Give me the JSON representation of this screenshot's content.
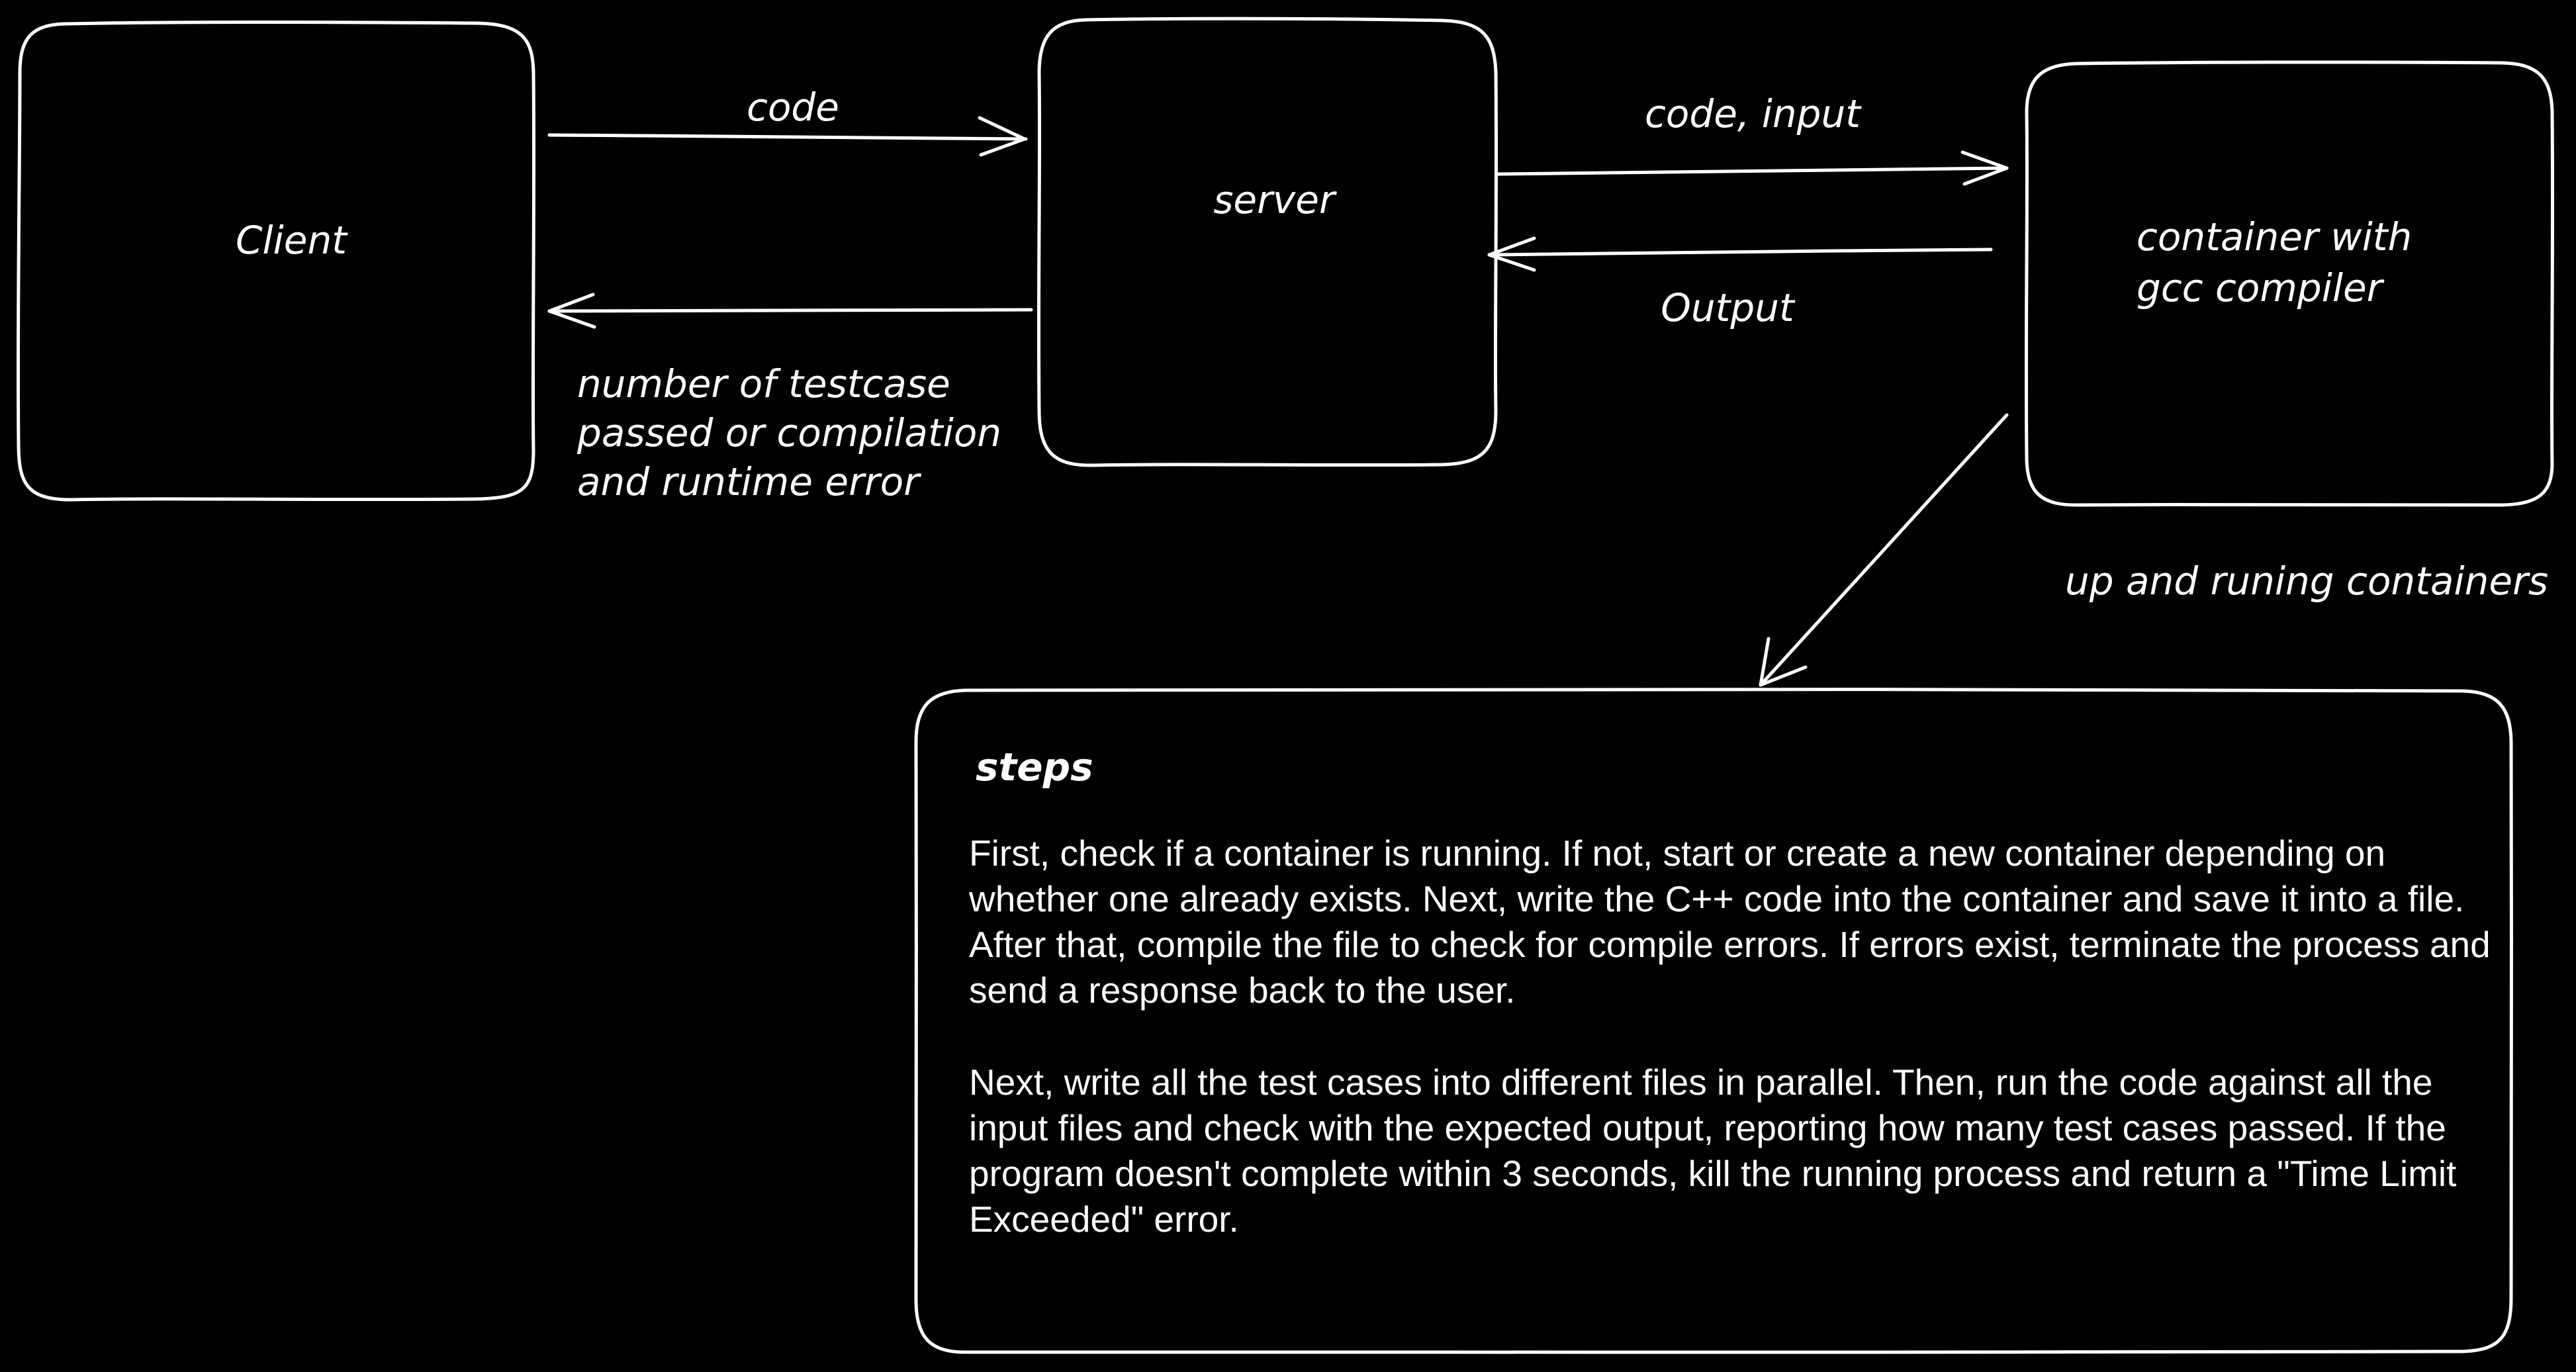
{
  "nodes": {
    "client": {
      "label": "Client"
    },
    "server": {
      "label": "server"
    },
    "container": {
      "line1": "container with",
      "line2": "gcc compiler"
    }
  },
  "edges": {
    "client_to_server": {
      "label": "code"
    },
    "server_to_client": {
      "line1": "number of testcase",
      "line2": "passed or compilation",
      "line3": "and runtime error"
    },
    "server_to_container": {
      "label": "code, input"
    },
    "container_to_server": {
      "label": "Output"
    },
    "container_to_steps": {
      "label": "up and runing containers"
    }
  },
  "steps": {
    "title": "steps",
    "paragraph1": "First, check if a container is running. If not, start or create a new container depending on whether one already exists. Next, write the C++ code into the container and save it into a file. After that, compile the file to check for compile errors. If errors exist, terminate the process and send a response back to the user.",
    "paragraph2": "Next, write all the test cases into different files in parallel. Then, run the code against all the input files and check with the expected output, reporting how many test cases passed. If the program doesn't complete within 3 seconds, kill the running process and return a \"Time Limit Exceeded\" error."
  },
  "colors": {
    "background": "#000000",
    "stroke": "#ffffff",
    "text": "#ffffff"
  }
}
